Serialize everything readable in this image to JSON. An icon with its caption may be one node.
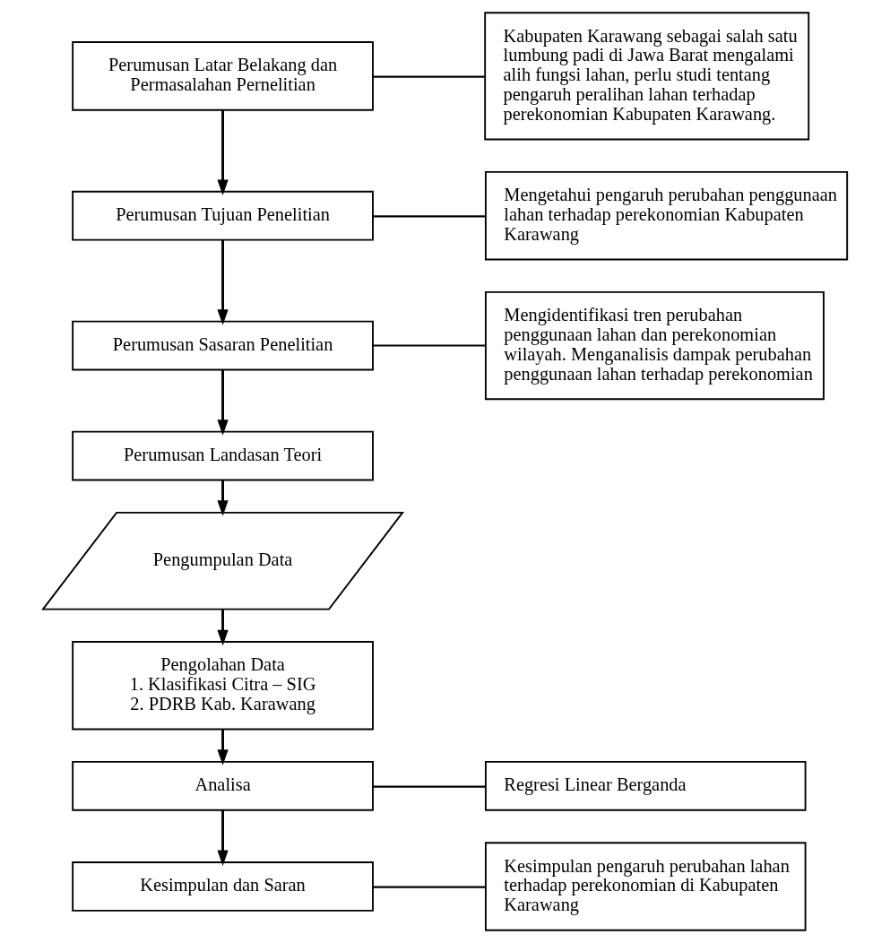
{
  "diagram": {
    "nodes": [
      {
        "text": [
          "Perumusan Latar Belakang dan Permasalahan Pernelitian"
        ]
      },
      {
        "text": [
          "Kabupaten Karawang sebagai salah satu lumbung padi di Jawa Barat mengalami alih fungsi lahan, perlu studi tentang pengaruh peralihan lahan terhadap perekonomian Kabupaten Karawang."
        ]
      },
      {
        "text": [
          "Perumusan Tujuan Penelitian"
        ]
      },
      {
        "text": [
          "Mengetahui pengaruh perubahan penggunaan lahan terhadap perekonomian Kabupaten Karawang"
        ]
      },
      {
        "text": [
          "Perumusan Sasaran Penelitian"
        ]
      },
      {
        "text": [
          "Mengidentifikasi tren perubahan penggunaan lahan dan perekonomian wilayah. Menganalisis dampak perubahan penggunaan lahan terhadap perekonomian"
        ]
      },
      {
        "text": [
          "Perumusan Landasan Teori"
        ]
      },
      {
        "text": [
          "Pengumpulan Data"
        ]
      },
      {
        "text": [
          "Pengolahan Data",
          "1. Klasifikasi Citra – SIG",
          "2. PDRB Kab. Karawang"
        ]
      },
      {
        "text": [
          "Analisa"
        ]
      },
      {
        "text": [
          "Regresi Linear Berganda"
        ]
      },
      {
        "text": [
          "Kesimpulan dan Saran"
        ]
      },
      {
        "text": [
          "Kesimpulan pengaruh perubahan lahan terhadap perekonomian di Kabupaten Karawang"
        ]
      }
    ],
    "edges": [
      {
        "from": 0,
        "to": 1,
        "arrow": "none"
      },
      {
        "from": 0,
        "to": 2,
        "arrow": "to"
      },
      {
        "from": 2,
        "to": 3,
        "arrow": "none"
      },
      {
        "from": 2,
        "to": 4,
        "arrow": "to"
      },
      {
        "from": 4,
        "to": 5,
        "arrow": "none"
      },
      {
        "from": 4,
        "to": 6,
        "arrow": "to"
      },
      {
        "from": 6,
        "to": 7,
        "arrow": "to"
      },
      {
        "from": 7,
        "to": 8,
        "arrow": "to"
      },
      {
        "from": 8,
        "to": 9,
        "arrow": "to"
      },
      {
        "from": 9,
        "to": 10,
        "arrow": "none"
      },
      {
        "from": 9,
        "to": 11,
        "arrow": "to"
      },
      {
        "from": 11,
        "to": 12,
        "arrow": "none"
      }
    ]
  }
}
